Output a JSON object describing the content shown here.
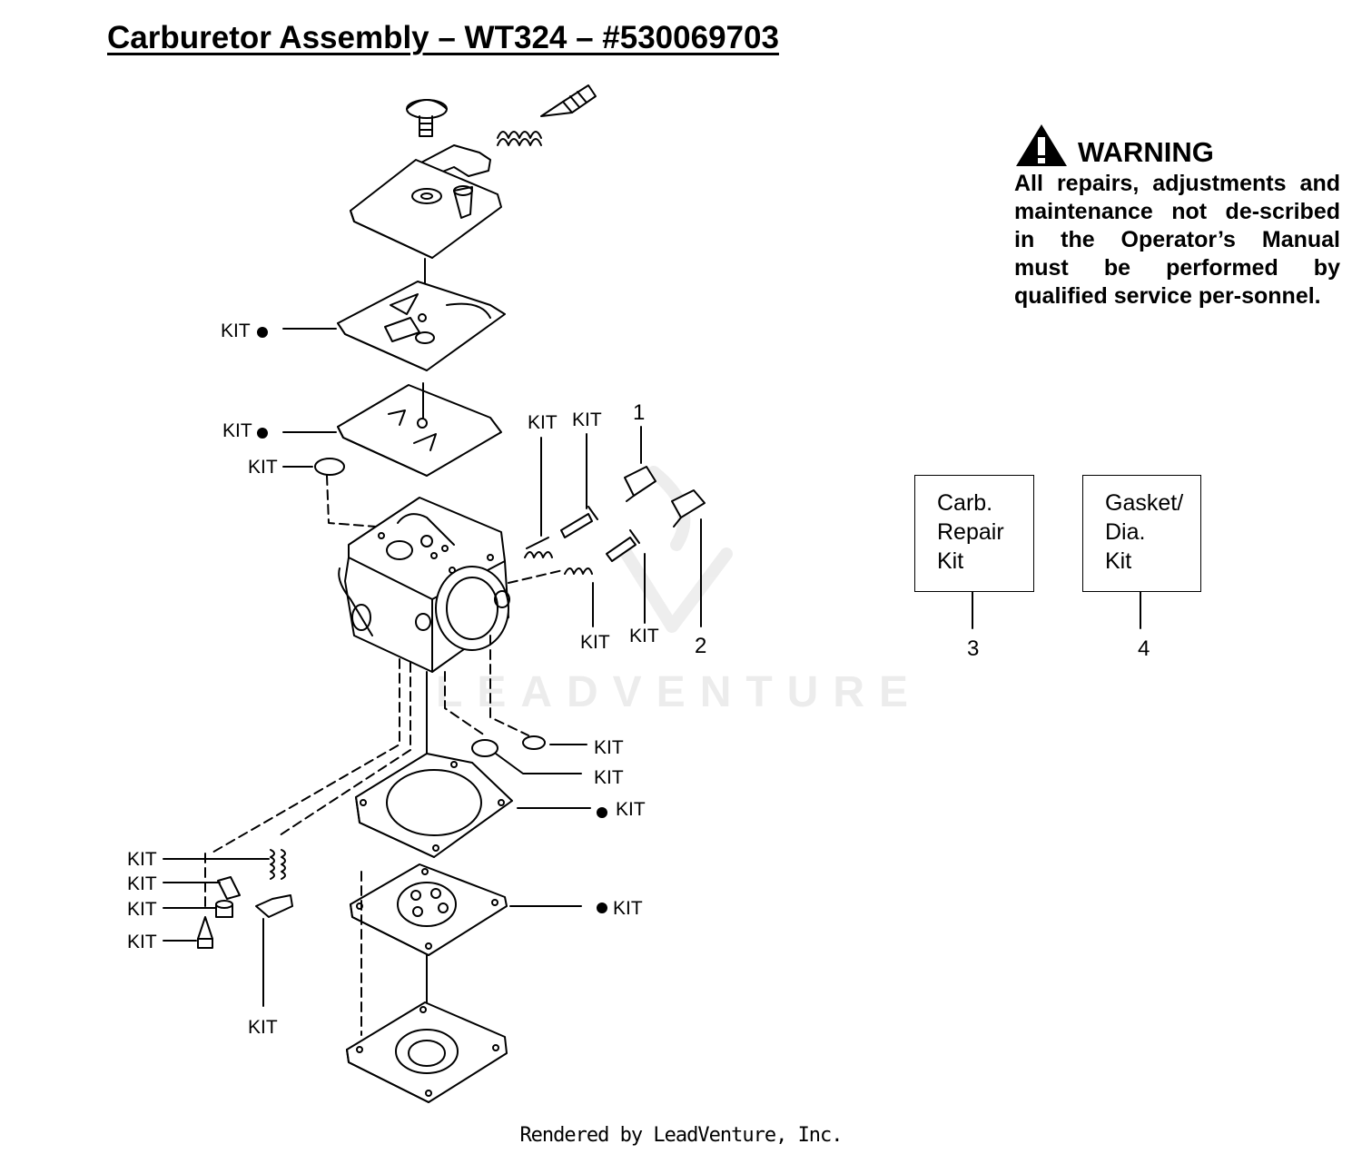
{
  "title": "Carburetor Assembly – WT324 – #530069703",
  "warning": {
    "icon": "warning-triangle-icon",
    "title": "WARNING",
    "text": "All repairs, adjustments and maintenance not de-scribed in the Operator’s Manual must be performed by qualified  service per-sonnel."
  },
  "kit_boxes": [
    {
      "lines": [
        "Carb.",
        "Repair",
        "Kit"
      ],
      "ref": "3"
    },
    {
      "lines": [
        "Gasket/",
        "Dia.",
        "Kit"
      ],
      "ref": "4"
    }
  ],
  "callouts": {
    "ref_1": "1",
    "ref_2": "2",
    "kit": "KIT"
  },
  "watermark": "LEADVENTURE",
  "footer": "Rendered by LeadVenture, Inc."
}
